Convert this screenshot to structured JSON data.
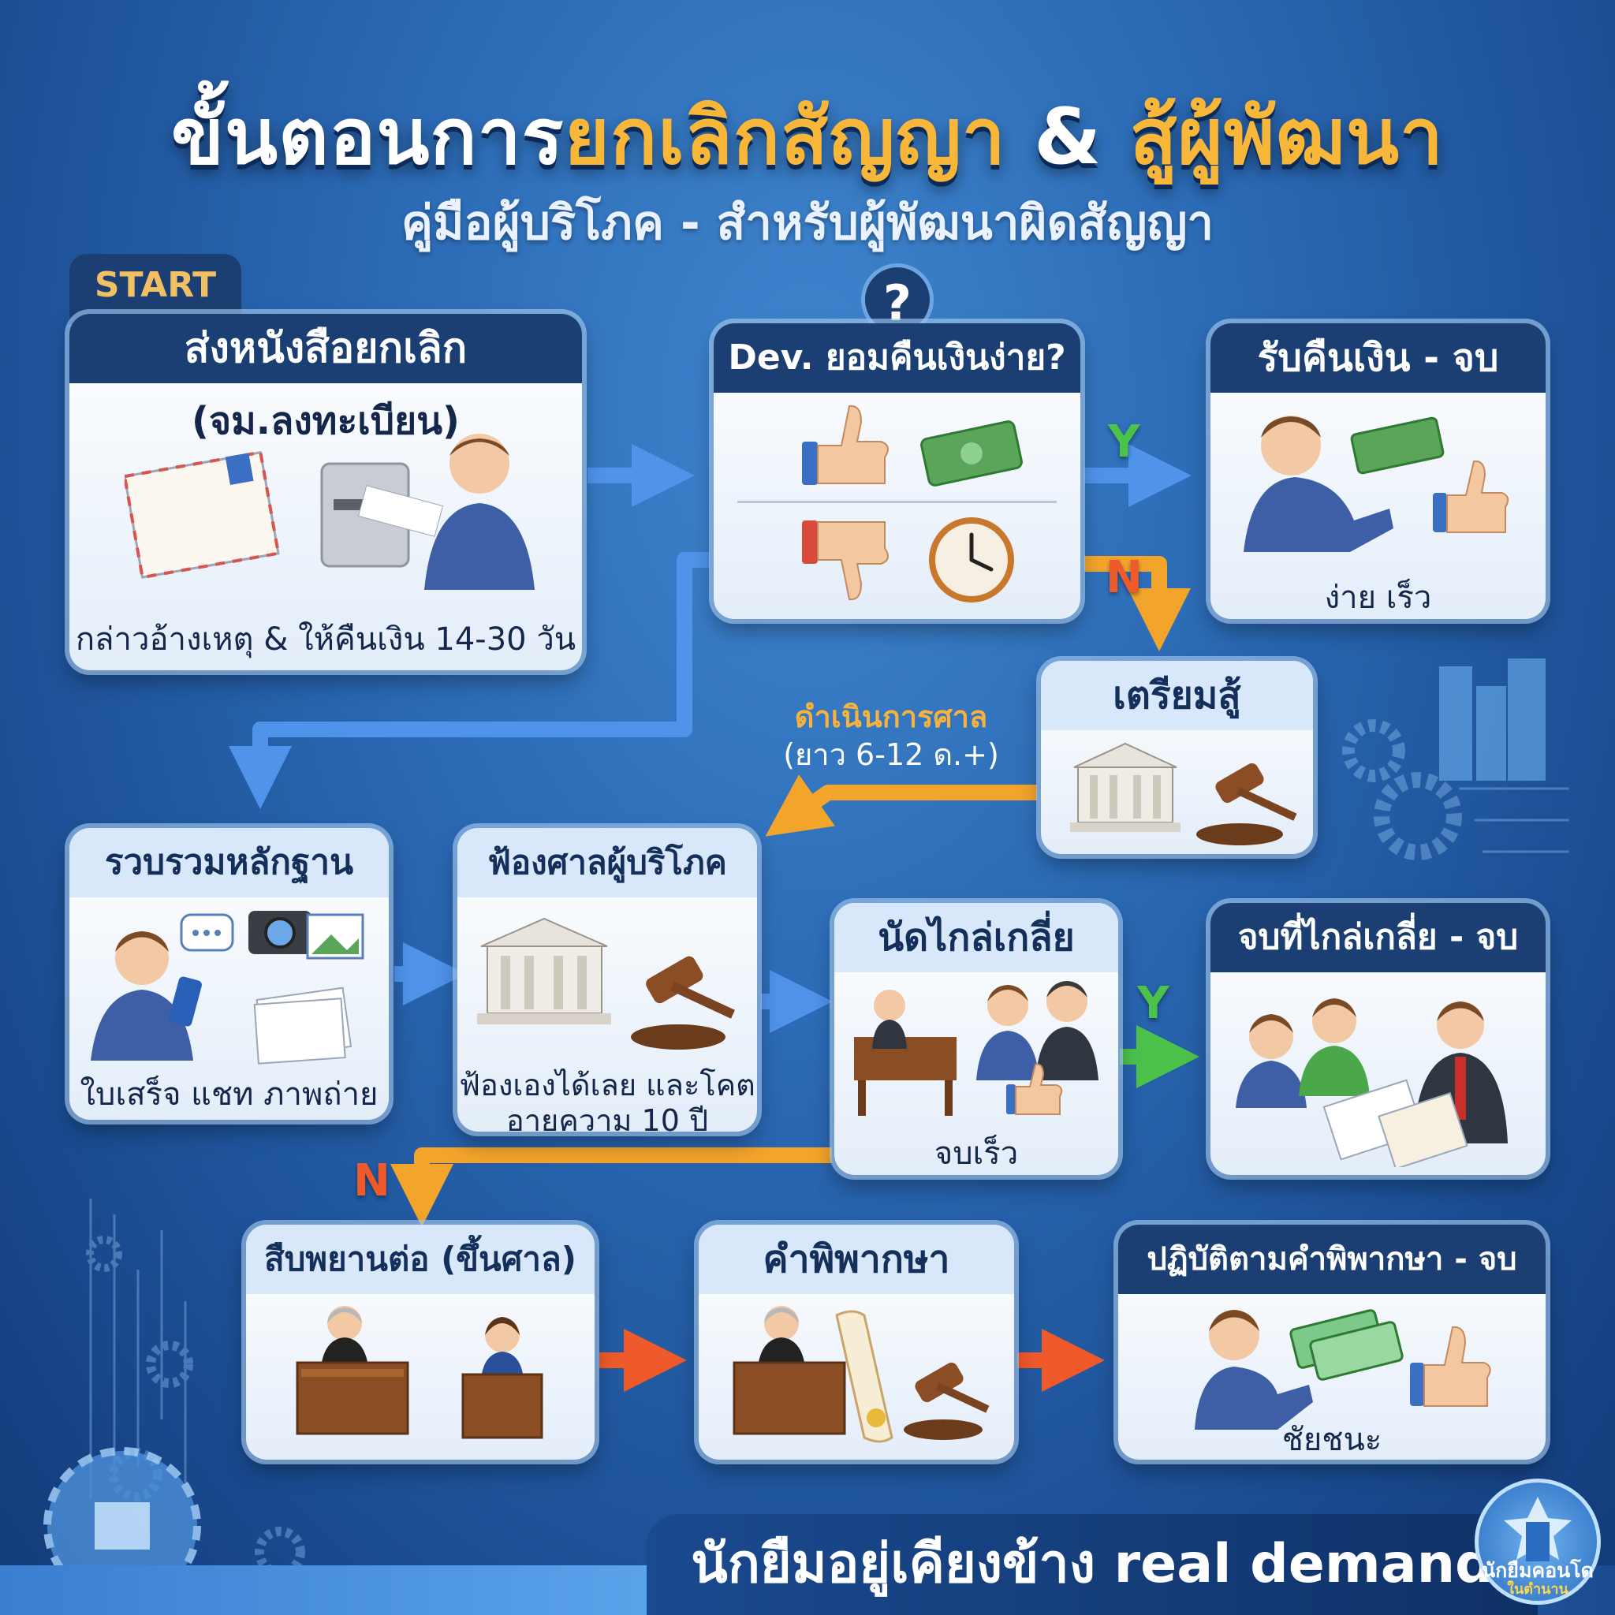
{
  "header": {
    "title_part1": "ขั้นตอนการ",
    "title_part2": "ยกเลิกสัญญา",
    "title_part3": " & ",
    "title_part4": "สู้ผู้พัฒนา",
    "subtitle": "คู่มือผู้บริโภค - สำหรับผู้พัฒนาผิดสัญญา"
  },
  "start_label": "START",
  "question_mark": "?",
  "steps": {
    "send_letter": {
      "title": "ส่งหนังสือยกเลิก",
      "subtitle": "(จม.ลงทะเบียน)",
      "caption": "กล่าวอ้างเหตุ & ให้คืนเงิน 14-30 วัน"
    },
    "dev_refund": {
      "title": "Dev. ยอมคืนเงินง่าย?"
    },
    "refund_end": {
      "title": "รับคืนเงิน - จบ",
      "caption": "ง่าย เร็ว"
    },
    "prepare": {
      "title": "เตรียมสู้"
    },
    "collect": {
      "title": "รวบรวมหลักฐาน",
      "caption": "ใบเสร็จ แชท ภาพถ่าย"
    },
    "sue": {
      "title": "ฟ้องศาลผู้บริโภค",
      "caption_line1": "ฟ้องเองได้เลย และโคต",
      "caption_line2": "อายุความ 10 ปี"
    },
    "mediation": {
      "title": "นัดไกล่เกลี่ย",
      "caption": "จบเร็ว"
    },
    "mediation_end": {
      "title": "จบที่ไกล่เกลี่ย - จบ"
    },
    "witness": {
      "title": "สืบพยานต่อ (ขึ้นศาล)"
    },
    "judgment": {
      "title": "คำพิพากษา"
    },
    "comply": {
      "title": "ปฏิบัติตามคำพิพากษา - จบ",
      "caption": "ชัยชนะ"
    }
  },
  "branch_labels": {
    "yes": "Y",
    "no": "N"
  },
  "court_note": {
    "line1": "ดำเนินการศาล",
    "line2": "(ยาว 6-12 ด.+)"
  },
  "footer": {
    "slogan": "นักยืมอยู่เคียงข้าง real demand"
  },
  "logo": {
    "line1": "นักยืมคอนโด",
    "line2": "ในตำนาน"
  },
  "colors": {
    "primary_blue_arrow": "#4f93ea",
    "orange_arrow": "#f3a42b",
    "green_arrow": "#4cc24a",
    "red_arrow": "#ef5a2a",
    "header_navy": "#1c3f73",
    "accent_gold": "#f9b73a"
  }
}
